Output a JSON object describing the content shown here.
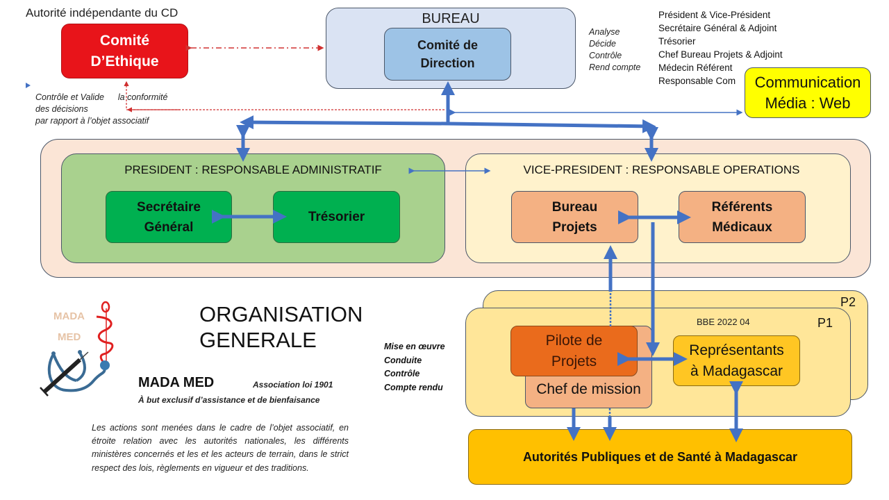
{
  "authority": {
    "title": "Autorité indépendante du CD",
    "ethics_committee": [
      "Comité",
      "D’Ethique"
    ],
    "note": {
      "line1_a": "Contrôle et  Valide",
      "line1_b": "la conformité",
      "line2": "des décisions",
      "line3": "par rapport  à l’objet associatif"
    }
  },
  "bureau": {
    "label": "BUREAU",
    "committee": [
      "Comité de",
      "Direction"
    ],
    "verbs": [
      "Analyse",
      "Décide",
      "Contrôle",
      "Rend compte"
    ],
    "members": [
      "Président &  Vice-Président",
      "Secrétaire Général & Adjoint",
      "Trésorier",
      "Chef Bureau Projets & Adjoint",
      "Médecin Référent",
      "Responsable Com"
    ]
  },
  "communication": [
    "Communication",
    "Média : Web"
  ],
  "president": {
    "label": "PRESIDENT : RESPONSABLE ADMINISTRATIF",
    "secretary": [
      "Secrétaire",
      "Général"
    ],
    "treasurer": "Trésorier"
  },
  "vice_president": {
    "label": "VICE-PRESIDENT  :  RESPONSABLE OPERATIONS",
    "projects_office": [
      "Bureau",
      "Projets"
    ],
    "medical_referents": [
      "Référents",
      "Médicaux"
    ]
  },
  "branding": {
    "logo_text": [
      "MADA",
      "MED"
    ],
    "title": [
      "ORGANISATION",
      "GENERALE"
    ],
    "name": "MADA MED",
    "association": "Association loi 1901",
    "purpose": "À but exclusif d’assistance  et de bienfaisance",
    "actions_text": "Les actions sont menées dans le cadre de l’objet associatif, en étroite relation avec les autorités nationales, les différents ministères concernés et les et les acteurs de terrain, dans le strict respect des lois, règlements en vigueur et des traditions."
  },
  "operations": {
    "verbs": [
      "Mise en œuvre",
      "Conduite",
      "Contrôle",
      "Compte rendu"
    ],
    "p2_label": "P2",
    "p1_label": "P1",
    "project_code": "BBE 2022  04",
    "pilot": [
      "Pilote de",
      "Projets"
    ],
    "mission_chief": "Chef de mission",
    "representatives": [
      "Représentants",
      "à Madagascar"
    ],
    "authorities": "Autorités Publiques et de Santé à Madagascar"
  },
  "colors": {
    "arrow_blue": "#4472c4",
    "ethics_red": "#e8141a",
    "bureau_bg": "#dae3f3",
    "committee_bg": "#9dc3e6",
    "communication_yellow": "#ffff00",
    "admin_green": "#a9d18e",
    "admin_box_green": "#00b050",
    "ops_cream": "#fff2cc",
    "ops_box_orange": "#f4b183",
    "pilot_orange": "#ea6b1c",
    "authorities_gold": "#ffc000"
  }
}
